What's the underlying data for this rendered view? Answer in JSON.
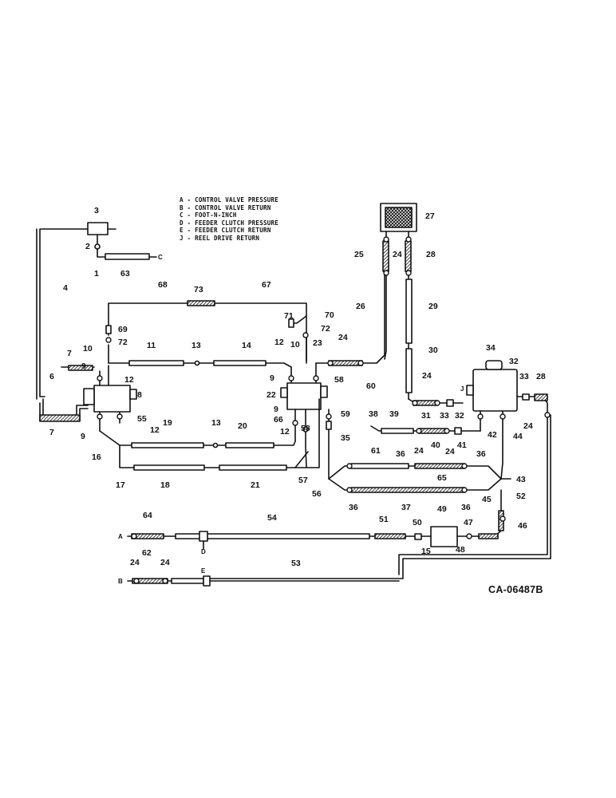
{
  "legend": [
    "A - CONTROL VALVE PRESSURE",
    "B - CONTROL VALVE RETURN",
    "C - FOOT-N-INCH",
    "D - FEEDER CLUTCH PRESSURE",
    "E - FEEDER CLUTCH RETURN",
    "J - REEL DRIVE RETURN"
  ],
  "drawing_code": "CA-06487B",
  "end_labels": [
    "A",
    "B",
    "C",
    "D",
    "E",
    "J"
  ],
  "callouts": [
    "1",
    "2",
    "3",
    "4",
    "6",
    "7",
    "8",
    "9",
    "10",
    "11",
    "12",
    "13",
    "14",
    "15",
    "16",
    "17",
    "18",
    "19",
    "20",
    "21",
    "22",
    "23",
    "24",
    "25",
    "26",
    "27",
    "28",
    "29",
    "30",
    "31",
    "32",
    "33",
    "34",
    "35",
    "36",
    "37",
    "38",
    "39",
    "40",
    "41",
    "42",
    "43",
    "44",
    "45",
    "46",
    "47",
    "48",
    "49",
    "50",
    "51",
    "52",
    "53",
    "54",
    "55",
    "56",
    "57",
    "58",
    "59",
    "60",
    "61",
    "62",
    "63",
    "64",
    "65",
    "66",
    "67",
    "68",
    "69",
    "70",
    "71",
    "72",
    "73"
  ]
}
